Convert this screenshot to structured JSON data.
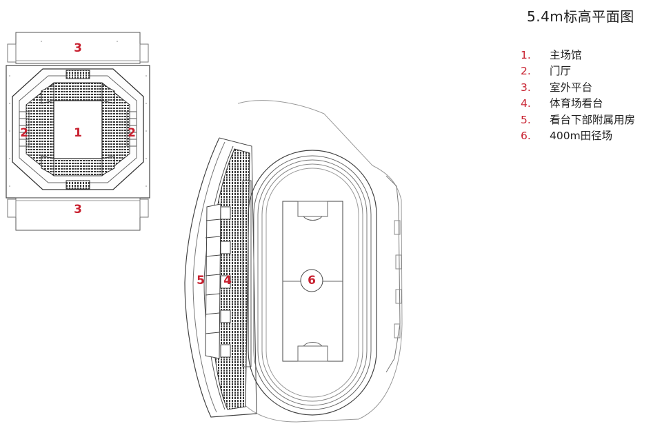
{
  "title": "5.4m标高平面图",
  "accent_color": "#c8202f",
  "line_color": "#555555",
  "legend": [
    {
      "num": "1.",
      "label": "主场馆"
    },
    {
      "num": "2.",
      "label": "门厅"
    },
    {
      "num": "3.",
      "label": "室外平台"
    },
    {
      "num": "4.",
      "label": "体育场看台"
    },
    {
      "num": "5.",
      "label": "看台下部附属用房"
    },
    {
      "num": "6.",
      "label": "400m田径场"
    }
  ],
  "plan_marks": {
    "arena": "1",
    "lobby_left": "2",
    "lobby_right": "2",
    "terrace_top": "3",
    "terrace_bottom": "3",
    "grandstand": "4",
    "auxiliary": "5",
    "track_field": "6"
  }
}
